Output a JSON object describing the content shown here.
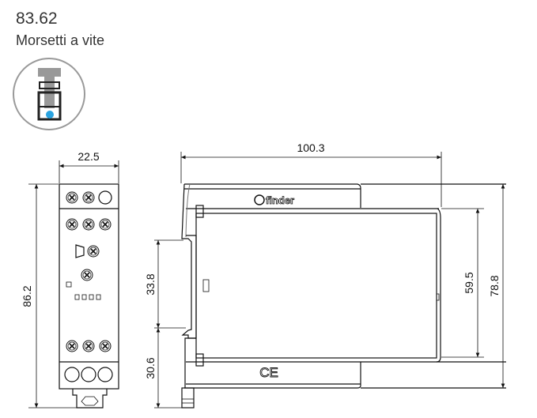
{
  "header": {
    "model": "83.62",
    "terminal_type": "Morsetti a vite"
  },
  "icon": {
    "name": "screw-terminal-icon",
    "accent": "#2aa3e0"
  },
  "front_view": {
    "width_label": "22.5",
    "height_label": "86.2",
    "led_count": 4
  },
  "side_view": {
    "depth_label": "100.3",
    "rail_upper_label": "33.8",
    "rail_lower_label": "30.6",
    "inner_height_label": "59.5",
    "outer_height_label": "78.8",
    "brand_text": "finder",
    "mark_text": "CE"
  }
}
